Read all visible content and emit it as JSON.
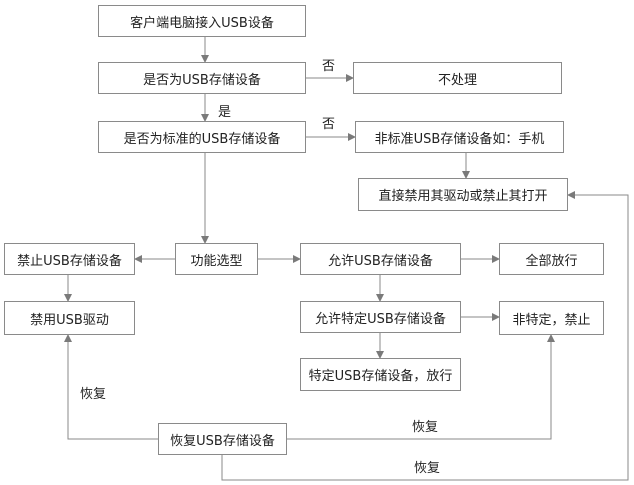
{
  "nodes": {
    "start": "客户端电脑接入USB设备",
    "is_storage": "是否为USB存储设备",
    "no_process": "不处理",
    "is_standard": "是否为标准的USB存储设备",
    "non_standard": "非标准USB存储设备如：手机",
    "disable_direct": "直接禁用其驱动或禁止其打开",
    "function_select": "功能选型",
    "forbid_storage": "禁止USB存储设备",
    "allow_storage": "允许USB存储设备",
    "allow_all": "全部放行",
    "disable_driver": "禁用USB驱动",
    "allow_specific": "允许特定USB存储设备",
    "non_specific_block": "非特定，禁止",
    "specific_pass": "特定USB存储设备，放行",
    "restore": "恢复USB存储设备"
  },
  "edge_labels": {
    "no_1": "否",
    "yes_1": "是",
    "no_2": "否",
    "restore_left": "恢复",
    "restore_mid": "恢复",
    "restore_bottom": "恢复"
  },
  "colors": {
    "line": "#8a8a8a",
    "box_border": "#8a8a8a"
  }
}
